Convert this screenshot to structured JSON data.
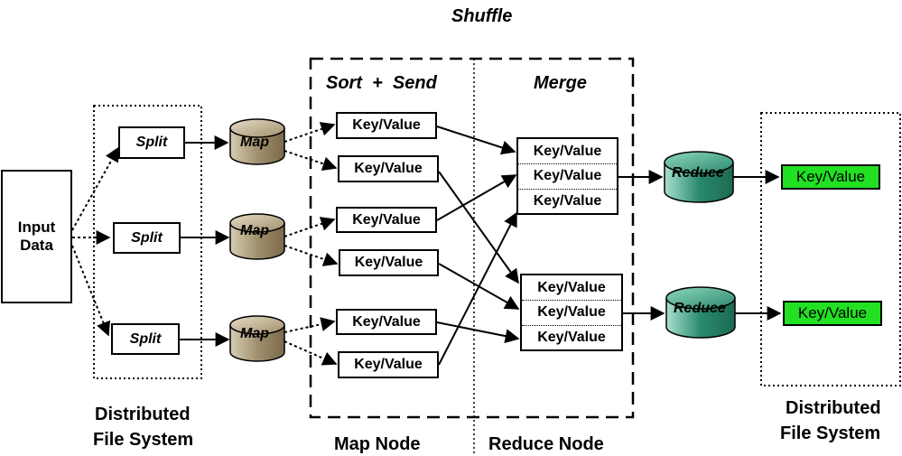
{
  "title": "Shuffle",
  "input_data": [
    "Input",
    "Data"
  ],
  "split_label": "Split",
  "map_label": "Map",
  "reduce_label": "Reduce",
  "kv_label": "Key/Value",
  "sections": {
    "sort_send": "Sort  +  Send",
    "merge": "Merge"
  },
  "footer": {
    "dfs_left": [
      "Distributed",
      "File System"
    ],
    "map_node": "Map Node",
    "reduce_node": "Reduce Node",
    "dfs_right": [
      "Distributed",
      "File System"
    ]
  },
  "colors": {
    "map_cylinder": "#a0906e",
    "reduce_cylinder": "#2a8a6e",
    "output_box": "#22e022"
  }
}
